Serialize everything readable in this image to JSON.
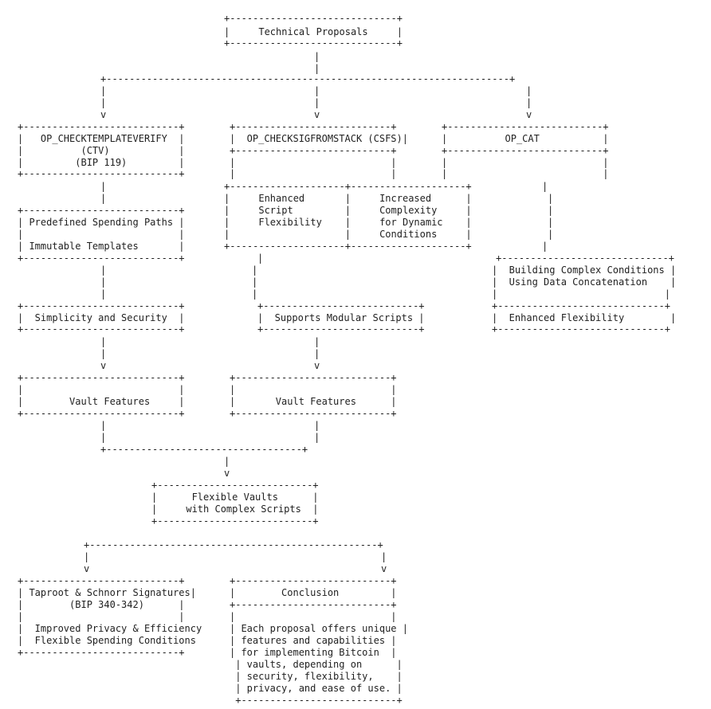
{
  "diagram": {
    "lines": [
      "                                  +---------------------------+",
      "                                  |     Technical Proposals    |",
      "                                  +---------------------------+",
      "",
      "                                               |",
      "                                               |",
      "               +---------------------------------------------------------+",
      "               |                               |                         |",
      "               |                               |                         |",
      "               v                               v                         v",
      "  +--------------------------+     +-----------------------+    +---------------------+",
      "  |   OP_CHECKTEMPLATEVERIFY  |     |  OP_CHECKSIGFROMSTACK (CSFS)|    |        OP_CAT        |",
      "  |          (CTV)            |     +-----------------------+    +---------------------+",
      "  |         (BIP 119)         |     |                       |    |                     |",
      "  +--------------------------+     |                       |    |                     |",
      "",
      "               |                  +-------------------+-------------------+",
      "               |                  |     Enhanced      |     Increased     |        |",
      "  +--------------------------+    |     Script        |     Complexity    |         |",
      "  | Predefined Spending Paths |    |     Flexibility   |     for Dynamic   |         |",
      "  |                           |    |                   |     Conditions    |         |",
      "  | Immutable Templates       |    |                   |                   |         |",
      "  +--------------------------+    +-------------------+-------------------+        |",
      "                                        |",
      "               |                       |                                     +-----------------------------+",
      "               |                      |                                     |  Building Complex Conditions |",
      "               |                      |                                     |  Using Data Concatenation    |",
      "               |                      |                                     |                             |",
      "                                       |",
      "  +--------------------------+            +-------------------------+",
      "  |  Simplicity and Security  |            |  Supports Modular Scripts |        |  Enhanced Flexibility         |",
      "  +--------------------------+            +-------------------------+        +-----------------------------+",
      "",
      "               |                                |",
      "               |                                |",
      "               v                                v",
      "  +--------------------------+      +--------------------------+",
      "  |                           |      |                          |",
      "  |                           |      |                          |",
      "  |        Vault Features     |      |       Vault Features     |",
      "  +--------------------------+      +--------------------------+",
      "",
      "               |                                |",
      "               |                                |",
      "               +--------------------------------+",
      "                                  |",
      "                                  |",
      "                                  v",
      "                        +-------------------------+",
      "                        |      Flexible Vaults     |",
      "                        |     with Complex Scripts |",
      "                        +-------------------------+",
      "",
      "",
      "             +------------------------------------------------+",
      "             |                                                |",
      "             v                                                v",
      "  +--------------------------+    +--------------------------+",
      "  | Taproot & Schnorr Signatures|    |        Conclusion        |",
      "  |         (BIP 340-342)      |    +--------------------------+",
      "  |                           |    |                          |",
      "  |  Improved Privacy & Efficiency|    | Each proposal offers unique |",
      "  |  Flexible Spending Conditions  |    | features and capabilities   |",
      "  +--------------------------+    | for implementing Bitcoin    |",
      "                                   | vaults, depending on       |",
      "                                   | security, flexibility,     |",
      "                                   | privacy, and ease of use.  |",
      "                                   +--------------------------+"
    ]
  }
}
